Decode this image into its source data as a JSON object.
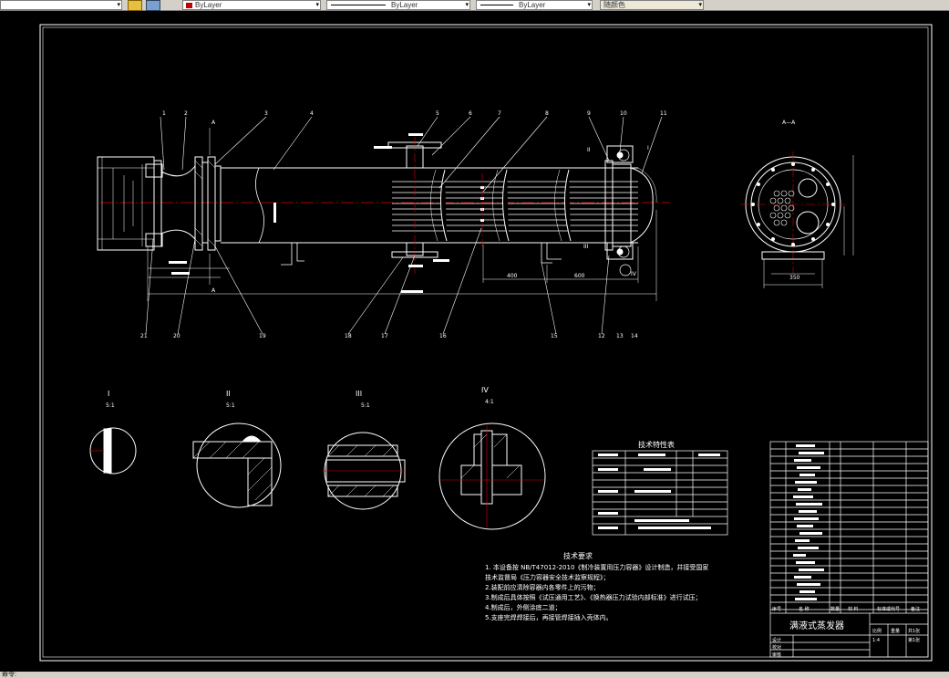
{
  "toolbar": {
    "color_value": "ByLayer",
    "linetype_value": "ByLayer",
    "lineweight_value": "ByLayer",
    "plotstyle_value": "随颜色"
  },
  "status": {
    "prompt": "命令:"
  },
  "drawing": {
    "section_label": "A—A",
    "section_marker": "A",
    "part_numbers_top": [
      "1",
      "2",
      "3",
      "4",
      "5",
      "6",
      "7",
      "8",
      "9",
      "10",
      "11"
    ],
    "part_numbers_bottom": [
      "21",
      "20",
      "19",
      "18",
      "17",
      "16",
      "15",
      "12",
      "13",
      "14"
    ],
    "detail_marks": [
      "I",
      "II",
      "III",
      "IV"
    ],
    "dims": {
      "d400": "400",
      "d600": "600",
      "d350": "350"
    },
    "details": [
      {
        "title": "I",
        "scale": "5:1"
      },
      {
        "title": "II",
        "scale": "5:1"
      },
      {
        "title": "III",
        "scale": "5:1"
      },
      {
        "title": "IV",
        "scale": "4:1"
      }
    ],
    "spec_table_title": "技术特性表",
    "requirements_title": "技术要求",
    "requirements": [
      "1. 本设备按 NB/T47012-2010《制冷装置用压力容器》设计制造，并接受国家",
      "   技术监督局《压力容器安全技术监察规程》；",
      "2.装配前应清除容器内各零件上的污物；",
      "3.制成后具体按照《试压通用工艺》、《换热器压力试验内部标准》进行试压；",
      "4.制成后，外侧涂底二道；",
      "5.支座完焊焊接后，再接管焊接插入壳体内。"
    ],
    "title_block": {
      "drawing_name": "满液式蒸发器",
      "header_cells": [
        "序号",
        "名  称",
        "数量",
        "材  料",
        "标准或代号",
        "备注"
      ],
      "scale_label": "比例",
      "scale_value": "1:4",
      "weight_label": "重量",
      "sheet_label": "共1张",
      "sheet_label2": "第1张",
      "row_labels": [
        "设计",
        "校对",
        "审核"
      ]
    }
  }
}
